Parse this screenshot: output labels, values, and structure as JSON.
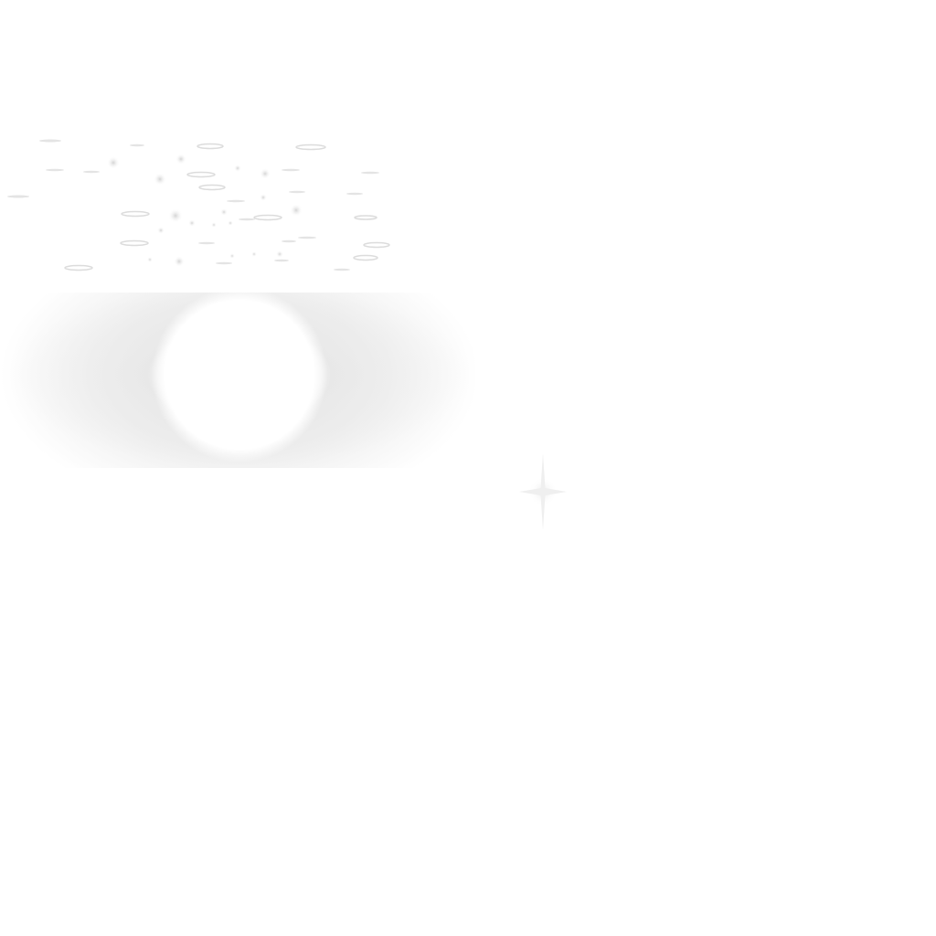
{
  "sprite_sheet": {
    "background_color": "#ffffff",
    "particle_tint": "#d9d9d9",
    "glow_tint": "#e6e6e6",
    "sparkle_tint": "#eeeeee",
    "sprites": [
      {
        "kind": "particle-field"
      },
      {
        "kind": "soft-glow-orb"
      },
      {
        "kind": "four-point-sparkle"
      }
    ]
  }
}
